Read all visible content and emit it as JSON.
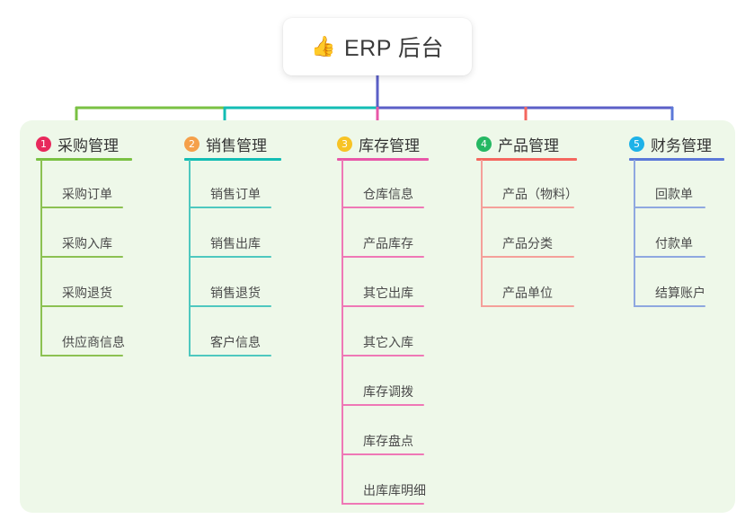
{
  "root": {
    "icon": "thumbs-up-icon",
    "icon_glyph": "👍",
    "title": "ERP 后台"
  },
  "palette": {
    "panel_bg": "#eef8e9",
    "page_bg": "#ffffff",
    "trunk": "#5b5fc7",
    "col1": "#7ac143",
    "col2": "#13bdb4",
    "col3": "#e857a8",
    "col4": "#f4675f",
    "col5": "#5b78d8",
    "badge1": "#e8295c",
    "badge2": "#f5a04a",
    "badge3": "#f7c325",
    "badge4": "#25b863",
    "badge5": "#1eb2e8",
    "leaf1": "#8cc152",
    "leaf2": "#4ec8bf",
    "leaf3": "#ef78b6",
    "leaf4": "#f5a09a",
    "leaf5": "#8fa8e0",
    "text": "#4a4a4a"
  },
  "columns": [
    {
      "index": "1",
      "badge": "1",
      "title": "采购管理",
      "items": [
        {
          "label": "采购订单"
        },
        {
          "label": "采购入库"
        },
        {
          "label": "采购退货"
        },
        {
          "label": "供应商信息"
        }
      ]
    },
    {
      "index": "2",
      "badge": "2",
      "title": "销售管理",
      "items": [
        {
          "label": "销售订单"
        },
        {
          "label": "销售出库"
        },
        {
          "label": "销售退货"
        },
        {
          "label": "客户信息"
        }
      ]
    },
    {
      "index": "3",
      "badge": "3",
      "title": "库存管理",
      "items": [
        {
          "label": "仓库信息"
        },
        {
          "label": "产品库存"
        },
        {
          "label": "其它出库"
        },
        {
          "label": "其它入库"
        },
        {
          "label": "库存调拨"
        },
        {
          "label": "库存盘点"
        },
        {
          "label": "出库库明细"
        }
      ]
    },
    {
      "index": "4",
      "badge": "4",
      "title": "产品管理",
      "items": [
        {
          "label": "产品（物料）"
        },
        {
          "label": "产品分类"
        },
        {
          "label": "产品单位"
        }
      ]
    },
    {
      "index": "5",
      "badge": "5",
      "title": "财务管理",
      "items": [
        {
          "label": "回款单"
        },
        {
          "label": "付款单"
        },
        {
          "label": "结算账户"
        }
      ]
    }
  ]
}
